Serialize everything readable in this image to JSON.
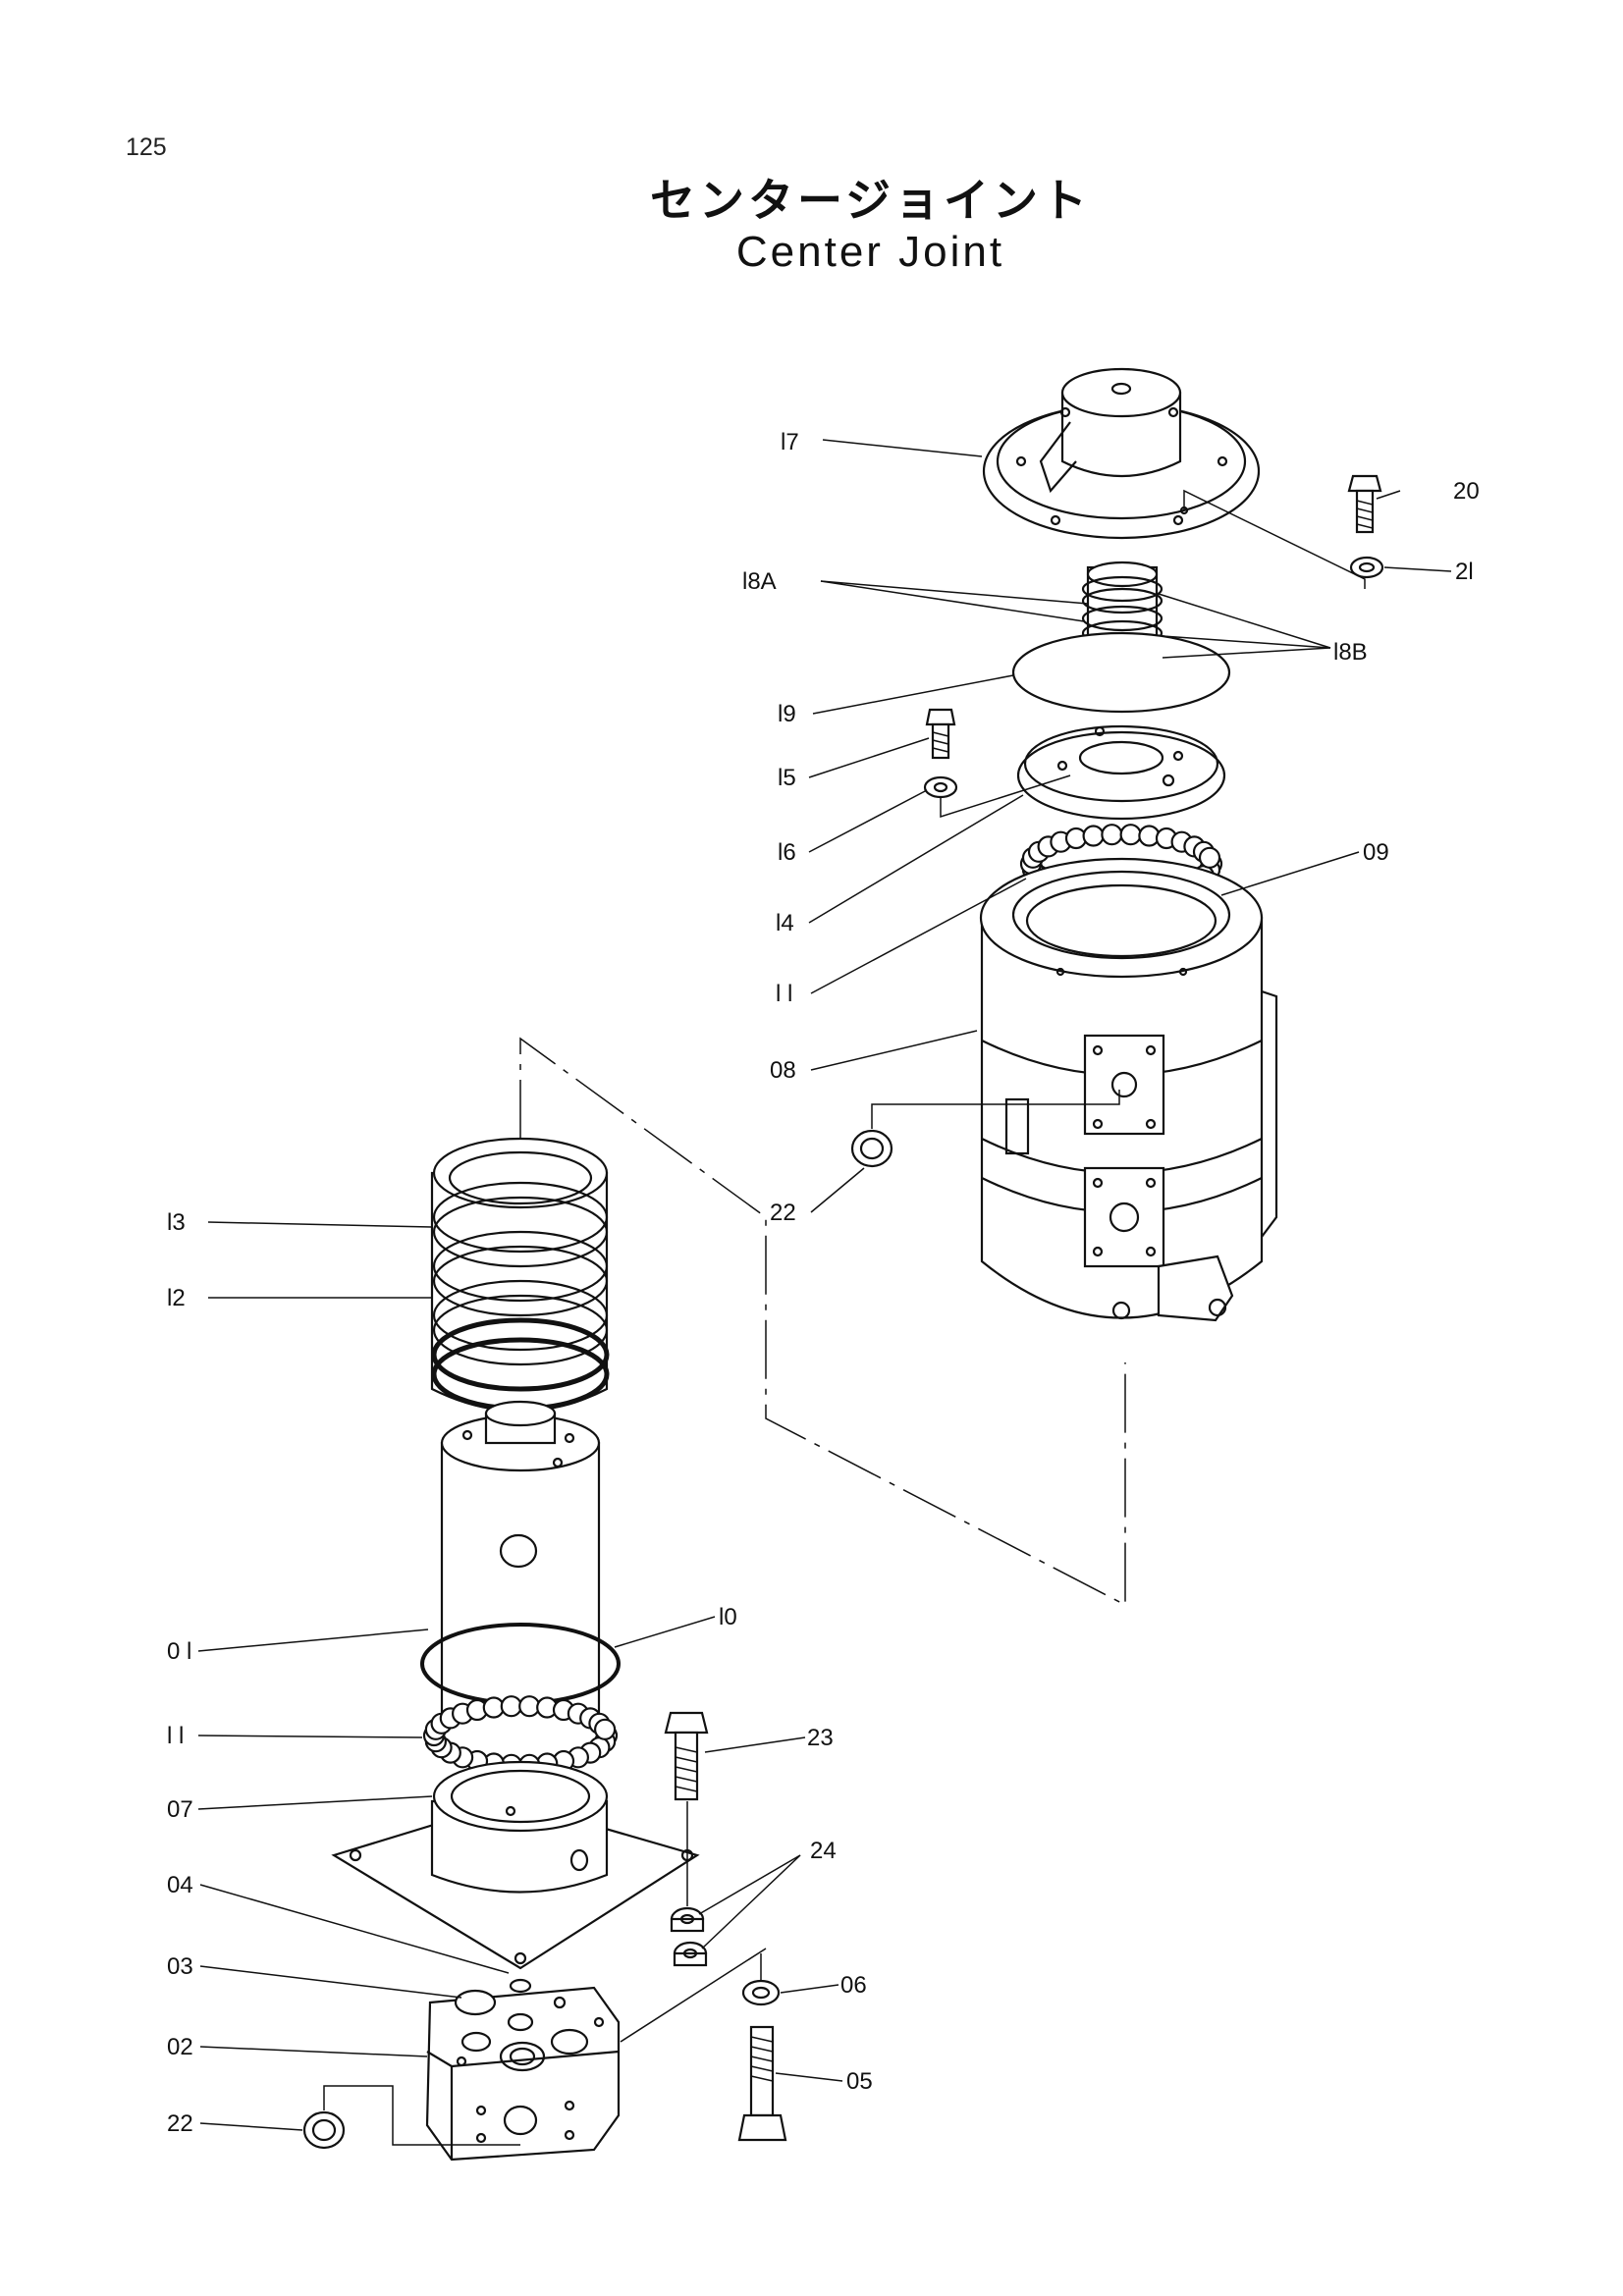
{
  "page": {
    "number": "125",
    "title_jp": "センタージョイント",
    "title_en": "Center Joint"
  },
  "parts": [
    {
      "id": "01",
      "label": "0 l"
    },
    {
      "id": "02",
      "label": "02"
    },
    {
      "id": "03",
      "label": "03"
    },
    {
      "id": "04",
      "label": "04"
    },
    {
      "id": "05",
      "label": "05"
    },
    {
      "id": "06",
      "label": "06"
    },
    {
      "id": "07",
      "label": "07"
    },
    {
      "id": "08",
      "label": "08"
    },
    {
      "id": "09",
      "label": "09"
    },
    {
      "id": "10",
      "label": "l0"
    },
    {
      "id": "11a",
      "label": "l l"
    },
    {
      "id": "11b",
      "label": "l l"
    },
    {
      "id": "12",
      "label": "l2"
    },
    {
      "id": "13",
      "label": "l3"
    },
    {
      "id": "14",
      "label": "l4"
    },
    {
      "id": "15",
      "label": "l5"
    },
    {
      "id": "16",
      "label": "l6"
    },
    {
      "id": "17",
      "label": "l7"
    },
    {
      "id": "18A",
      "label": "l8A"
    },
    {
      "id": "18B",
      "label": "l8B"
    },
    {
      "id": "19",
      "label": "l9"
    },
    {
      "id": "20",
      "label": "20"
    },
    {
      "id": "21",
      "label": "2l"
    },
    {
      "id": "22a",
      "label": "22"
    },
    {
      "id": "22b",
      "label": "22"
    },
    {
      "id": "23",
      "label": "23"
    },
    {
      "id": "24",
      "label": "24"
    }
  ]
}
